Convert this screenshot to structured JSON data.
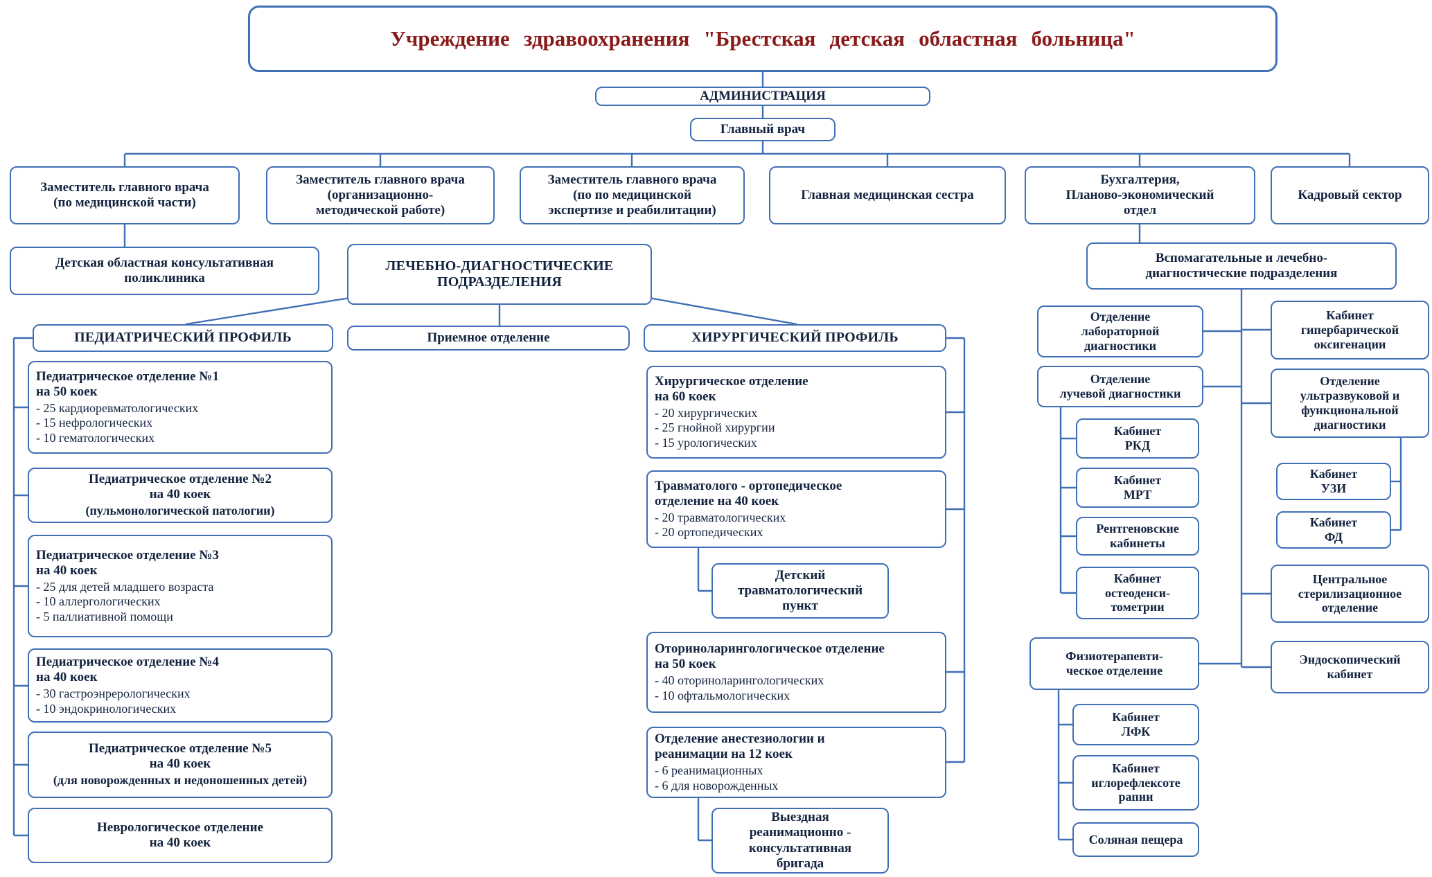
{
  "colors": {
    "accent_blue": "#3f6fb5",
    "title_red": "#8b1a1a",
    "text_dark": "#13233f",
    "background": "#ffffff"
  },
  "org": {
    "title": "Учреждение здравоохранения \"Брестская детская областная больница\"",
    "administration": "АДМИНИСТРАЦИЯ",
    "chief": "Главный врач",
    "deputies": [
      "Заместитель главного врача\n(по медицинской части)",
      "Заместитель главного врача\n(организационно-\nметодической работе)",
      "Заместитель главного врача\n(по по медицинской\nэкспертизе и реабилитации)",
      "Главная медицинская сестра",
      "Бухгалтерия,\nПланово-экономический\nотдел",
      "Кадровый сектор"
    ],
    "polyclinic": "Детская областная консультативная\nполиклиника",
    "treatment_units": "ЛЕЧЕБНО-ДИАГНОСТИЧЕСКИЕ\nПОДРАЗДЕЛЕНИЯ",
    "auxiliary_units": "Вспомагательные и лечебно-\nдиагностические подразделения",
    "pediatric_profile": "ПЕДИАТРИЧЕСКИЙ ПРОФИЛЬ",
    "admission": "Приемное отделение",
    "surgical_profile": "ХИРУРГИЧЕСКИЙ ПРОФИЛЬ",
    "pediatric": [
      {
        "t": "Педиатрическое отделение №1\nна 50 коек",
        "d": "- 25 кардиоревматологических\n- 15 нефрологических\n- 10 гематологических"
      },
      {
        "t": "Педиатрическое отделение №2\nна 40 коек",
        "d": "(пульмонологической патологии)"
      },
      {
        "t": "Педиатрическое отделение №3\nна 40 коек",
        "d": "- 25 для детей младшего возраста\n- 10 аллергологических\n- 5 паллиативной помощи"
      },
      {
        "t": "Педиатрическое отделение №4\nна 40 коек",
        "d": "- 30 гастроэнрерологических\n- 10 эндокринологических"
      },
      {
        "t": "Педиатрическое отделение №5\nна 40 коек",
        "d": "(для новорожденных и недоношенных детей)"
      },
      {
        "t": "Неврологическое отделение\nна 40 коек",
        "d": ""
      }
    ],
    "surgical": [
      {
        "t": "Хирургическое отделение\nна 60 коек",
        "d": "- 20 хирургических\n- 25 гнойной хирургии\n- 15 урологических"
      },
      {
        "t": "Травматолого - ортопедическое\nотделение на 40 коек",
        "d": "- 20 травматологических\n- 20 ортопедических"
      },
      {
        "t": "Детский\nтравматологический\nпункт",
        "d": ""
      },
      {
        "t": "Оториноларингологическое отделение\nна 50 коек",
        "d": "- 40 оториноларингологических\n- 10 офтальмологических"
      },
      {
        "t": "Отделение анестезиологии и\nреанимации на 12 коек",
        "d": "- 6 реанимационных\n- 6 для новорожденных"
      },
      {
        "t": "Выездная\nреанимационно -\nконсультативная\nбригада",
        "d": ""
      }
    ],
    "aux_left": [
      "Отделение\nлабораторной\nдиагностики",
      "Отделение\nлучевой диагностики",
      "Кабинет\nРКД",
      "Кабинет\nМРТ",
      "Рентгеновские\nкабинеты",
      "Кабинет\nостеоденси-\nтометрии",
      "Физиотерапевти-\nческое отделение",
      "Кабинет\nЛФК",
      "Кабинет\nиглорефлексоте\nрапии",
      "Соляная пещера"
    ],
    "aux_right": [
      "Кабинет\nгипербарической\nоксигенации",
      "Отделение\nультразвуковой и\nфункциональной\nдиагностики",
      "Кабинет\nУЗИ",
      "Кабинет\nФД",
      "Центральное\nстерилизационное\nотделение",
      "Эндоскопический\nкабинет"
    ]
  }
}
